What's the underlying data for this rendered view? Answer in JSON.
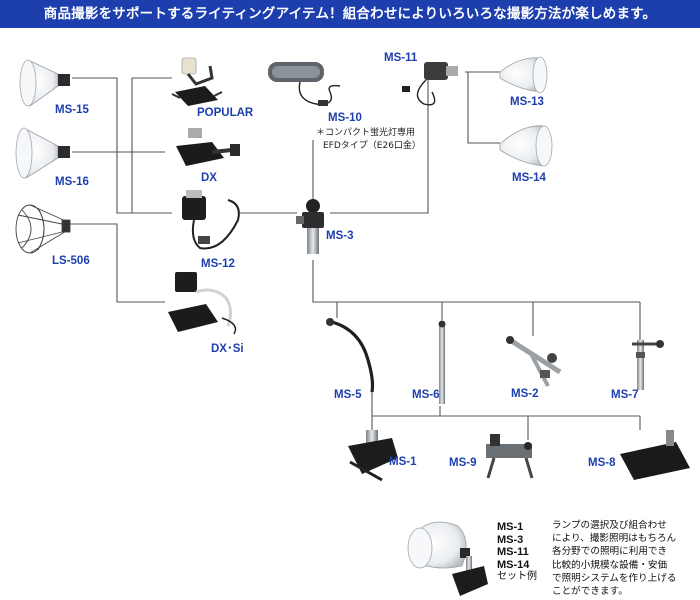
{
  "banner": "商品撮影をサポートするライティングアイテム！組合わせによりいろいろな撮影方法が楽しめます。",
  "items": {
    "ms15": "MS-15",
    "ms16": "MS-16",
    "ls506": "LS-506",
    "popular": "POPULAR",
    "dx": "DX",
    "ms12": "MS-12",
    "dxsi": "DX･Si",
    "ms10": "MS-10",
    "ms11": "MS-11",
    "ms13": "MS-13",
    "ms14": "MS-14",
    "ms3": "MS-3",
    "ms5": "MS-5",
    "ms6": "MS-6",
    "ms2": "MS-2",
    "ms7": "MS-7",
    "ms1": "MS-1",
    "ms9": "MS-9",
    "ms8": "MS-8"
  },
  "ms10_note": {
    "line1": "＊コンパクト蛍光灯専用",
    "line2": "EFDタイプ（E26口金）"
  },
  "set_example": {
    "codes": [
      "MS-1",
      "MS-3",
      "MS-11",
      "MS-14"
    ],
    "caption": "セット例",
    "description": [
      "ランプの選択及び組合わせ",
      "により、撮影照明はもちろん",
      "各分野での照明に利用でき",
      "比較的小規模な設備・安価",
      "で照明システムを作り上げる",
      "ことができます。"
    ]
  },
  "colors": {
    "banner_bg": "#1d3fae",
    "label": "#1d3fae",
    "connector": "#555555"
  }
}
